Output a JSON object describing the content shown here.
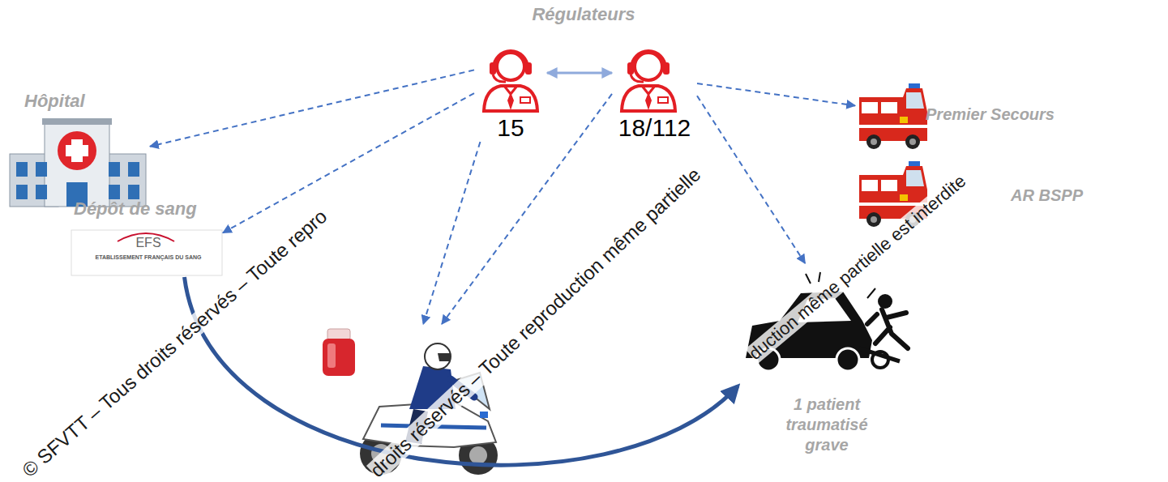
{
  "diagram": {
    "nodes": [
      {
        "text": [
          "Régulateurs"
        ]
      },
      {
        "text": [
          "15"
        ],
        "in": 0
      },
      {
        "text": [
          "18/112"
        ],
        "in": 0
      },
      {
        "text": [
          "Hôpital"
        ]
      },
      {
        "text": [
          "Dépôt de sang",
          "EFS",
          "ETABLISSEMENT FRANÇAIS DU SANG"
        ]
      },
      {
        "text": []
      },
      {
        "text": [
          "Premier Secours"
        ]
      },
      {
        "text": [
          "AR BSPP"
        ]
      },
      {
        "text": [
          "1 patient traumatisé grave"
        ]
      }
    ],
    "edges": [
      {
        "from": 1,
        "to": 2,
        "arrow": "both"
      },
      {
        "from": 1,
        "to": 3,
        "arrow": "to"
      },
      {
        "from": 1,
        "to": 4,
        "arrow": "to"
      },
      {
        "from": 1,
        "to": 5,
        "arrow": "to"
      },
      {
        "from": 2,
        "to": 5,
        "arrow": "to"
      },
      {
        "from": 2,
        "to": 6,
        "arrow": "to"
      },
      {
        "from": 2,
        "to": 8,
        "arrow": "to"
      },
      {
        "from": 4,
        "to": 8,
        "arrow": "to"
      }
    ],
    "labels": [
      "© SFVTT – Tous droits réservés – Toute repro",
      "droits réservés – Toute reproduction même partielle",
      "duction même partielle est interdite"
    ]
  }
}
